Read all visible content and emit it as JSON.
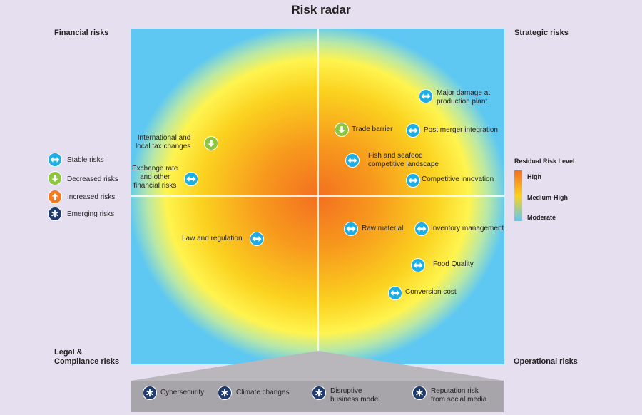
{
  "title": "Risk radar",
  "quadrants": {
    "financial": "Financial risks",
    "strategic": "Strategic risks",
    "legal_line1": "Legal &",
    "legal_line2": "Compliance risks",
    "operational": "Operational risks"
  },
  "legend": {
    "stable": "Stable risks",
    "decreased": "Decreased risks",
    "increased": "Increased risks",
    "emerging": "Emerging risks"
  },
  "residual": {
    "title": "Residual Risk Level",
    "high": "High",
    "medium_high": "Medium-High",
    "moderate": "Moderate",
    "colors": {
      "high": "#f36f21",
      "medium_high": "#fbd21f",
      "moderate": "#5ec8f2"
    }
  },
  "risks": {
    "tax_line1": "International and",
    "tax_line2": "local tax changes",
    "fx_line1": "Exchange rate",
    "fx_line2": "and other",
    "fx_line3": "financial risks",
    "law": "Law and regulation",
    "damage_line1": "Major damage at",
    "damage_line2": "production plant",
    "trade": "Trade barrier",
    "merger": "Post merger integration",
    "fish_line1": "Fish and seafood",
    "fish_line2": "competitive landscape",
    "innovation": "Competitive innovation",
    "raw": "Raw material",
    "inventory": "Inventory management",
    "food": "Food Quality",
    "conversion": "Conversion cost"
  },
  "emerging": {
    "cyber": "Cybersecurity",
    "climate": "Climate changes",
    "disruptive_line1": "Disruptive",
    "disruptive_line2": "business model",
    "reputation_line1": "Reputation risk",
    "reputation_line2": "from social media"
  },
  "icons": {
    "stable": "double-arrow-icon",
    "decreased": "down-arrow-icon",
    "increased": "up-arrow-icon",
    "emerging": "asterisk-icon"
  }
}
